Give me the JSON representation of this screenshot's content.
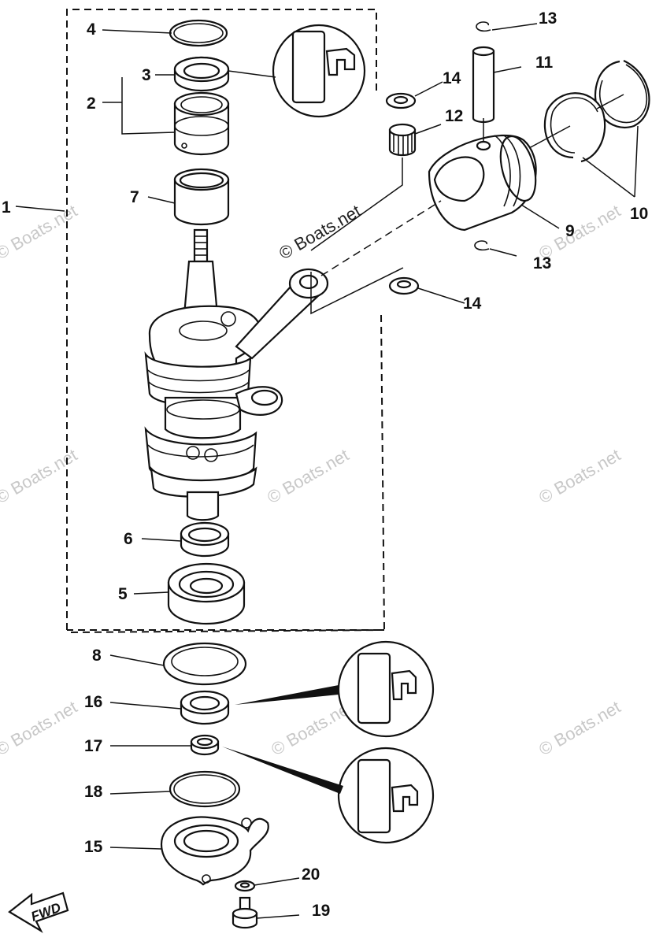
{
  "diagram": {
    "callouts": {
      "c1": "1",
      "c2": "2",
      "c3": "3",
      "c4": "4",
      "c5": "5",
      "c6": "6",
      "c7": "7",
      "c8": "8",
      "c9": "9",
      "c10": "10",
      "c11": "11",
      "c12": "12",
      "c13a": "13",
      "c13b": "13",
      "c14a": "14",
      "c14b": "14",
      "c15": "15",
      "c16": "16",
      "c17": "17",
      "c18": "18",
      "c19": "19",
      "c20": "20"
    },
    "watermark": "© Boats.net",
    "fwd_label": "FWD"
  }
}
